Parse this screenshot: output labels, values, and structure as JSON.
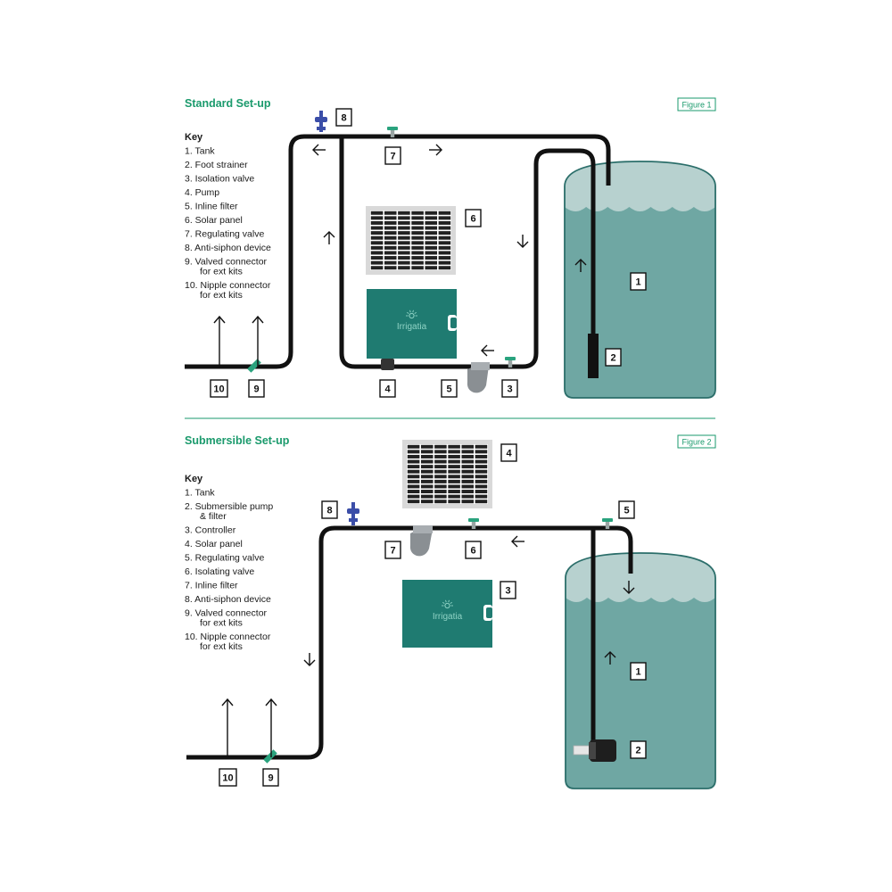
{
  "colors": {
    "accent": "#1a9a6c",
    "pipe": "#111111",
    "tank_body": "#6fa7a3",
    "tank_top": "#b7d1cf",
    "controller": "#1f7b71",
    "valve": "#2aa37e",
    "antisiphon": "#3b4ea8"
  },
  "figure1": {
    "title": "Standard Set-up",
    "label": "Figure 1",
    "key_heading": "Key",
    "key": [
      [
        "1. Tank"
      ],
      [
        "2. Foot strainer"
      ],
      [
        "3. Isolation valve"
      ],
      [
        "4. Pump"
      ],
      [
        "5. Inline filter"
      ],
      [
        "6. Solar panel"
      ],
      [
        "7. Regulating valve"
      ],
      [
        "8. Anti-siphon device"
      ],
      [
        "9. Valved connector",
        "for ext kits"
      ],
      [
        "10. Nipple connector",
        "for ext kits"
      ]
    ],
    "callouts": [
      "1",
      "2",
      "3",
      "4",
      "5",
      "6",
      "7",
      "8",
      "9",
      "10"
    ],
    "brand": "Irrigatia"
  },
  "figure2": {
    "title": "Submersible Set-up",
    "label": "Figure 2",
    "key_heading": "Key",
    "key": [
      [
        "1. Tank"
      ],
      [
        "2. Submersible pump",
        "& filter"
      ],
      [
        "3. Controller"
      ],
      [
        "4. Solar panel"
      ],
      [
        "5. Regulating valve"
      ],
      [
        "6. Isolating valve"
      ],
      [
        "7. Inline filter"
      ],
      [
        "8. Anti-siphon device"
      ],
      [
        "9. Valved connector",
        "for ext kits"
      ],
      [
        "10. Nipple connector",
        "for ext kits"
      ]
    ],
    "callouts": [
      "1",
      "2",
      "3",
      "4",
      "5",
      "6",
      "7",
      "8",
      "9",
      "10"
    ],
    "brand": "Irrigatia"
  }
}
